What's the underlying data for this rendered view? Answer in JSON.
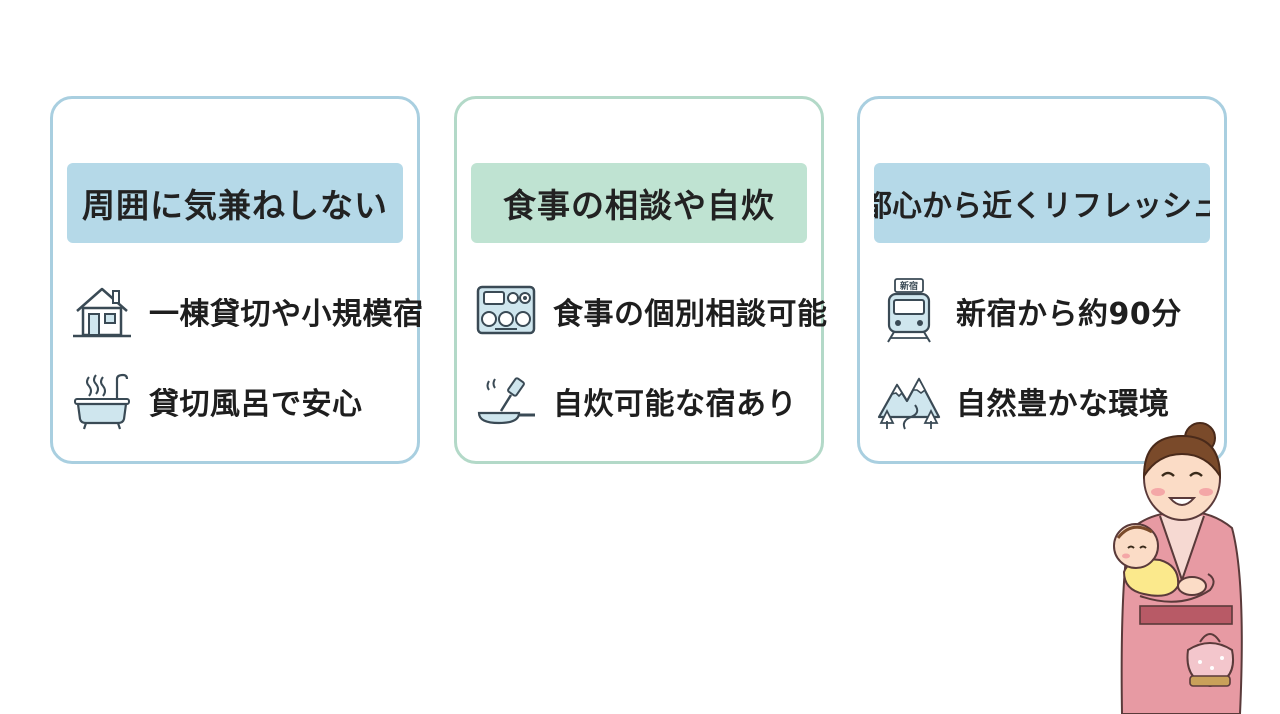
{
  "colors": {
    "card1_border": "#a9cfe0",
    "card1_title_bg": "#b5d9e8",
    "card2_border": "#b3d9c8",
    "card2_title_bg": "#bfe3d2",
    "card3_border": "#a9cfe0",
    "card3_title_bg": "#b5d9e8",
    "icon_stroke": "#3a4a55",
    "icon_fill": "#cfe6ee",
    "kimono": "#e79aa3"
  },
  "cards": [
    {
      "title": "周囲に気兼ねしない",
      "items": [
        {
          "icon": "house-icon",
          "label": "一棟貸切や小規模宿"
        },
        {
          "icon": "bathtub-icon",
          "label": "貸切風呂で安心"
        }
      ]
    },
    {
      "title": "食事の相談や自炊",
      "items": [
        {
          "icon": "meal-tray-icon",
          "label": "食事の個別相談可能"
        },
        {
          "icon": "frying-pan-icon",
          "label": "自炊可能な宿あり"
        }
      ]
    },
    {
      "title": "都心から近くリフレッシュ",
      "items": [
        {
          "icon": "train-icon",
          "label": "新宿から約90分",
          "sign": "新宿"
        },
        {
          "icon": "mountains-icon",
          "label": "自然豊かな環境"
        }
      ]
    }
  ],
  "illustration": "mother-with-baby"
}
